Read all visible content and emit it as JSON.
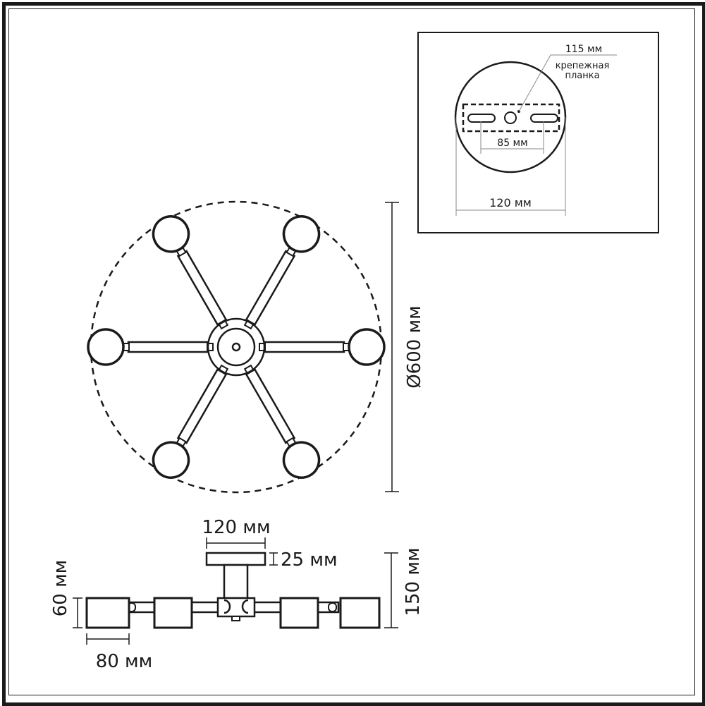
{
  "drawing": {
    "title": "Chandelier dimensional drawing",
    "line_color": "#1a1a1a",
    "dim_line_color": "#888888",
    "arm_count": 6
  },
  "top_view": {
    "diameter_label": "Ø600 мм"
  },
  "mounting_inset": {
    "bracket_length_label": "115 мм",
    "bracket_name_line1": "крепежная",
    "bracket_name_line2": "планка",
    "hole_spacing_label": "85 мм",
    "canopy_diameter_label": "120 мм"
  },
  "side_view": {
    "canopy_width_label": "120 мм",
    "canopy_height_label": "25 мм",
    "total_height_label": "150 мм",
    "shade_height_label": "60 мм",
    "shade_width_label": "80 мм"
  }
}
